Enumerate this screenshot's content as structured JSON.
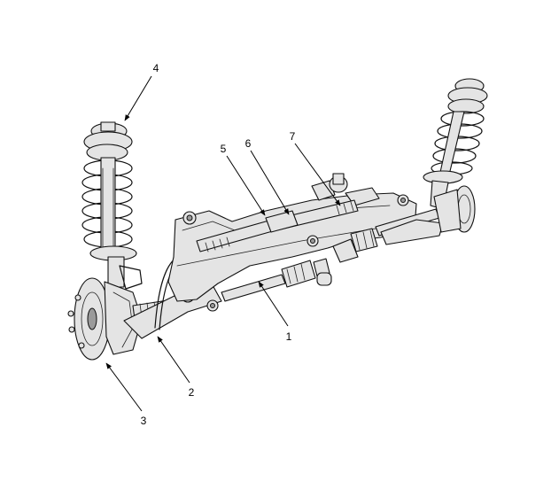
{
  "callouts": [
    {
      "id": "callout-1",
      "label": "1"
    },
    {
      "id": "callout-2",
      "label": "2"
    },
    {
      "id": "callout-3",
      "label": "3"
    },
    {
      "id": "callout-4",
      "label": "4"
    },
    {
      "id": "callout-5",
      "label": "5"
    },
    {
      "id": "callout-6",
      "label": "6"
    },
    {
      "id": "callout-7",
      "label": "7"
    }
  ],
  "colors": {
    "line": "#111111",
    "fill": "#e4e4e4",
    "background": "#ffffff"
  }
}
